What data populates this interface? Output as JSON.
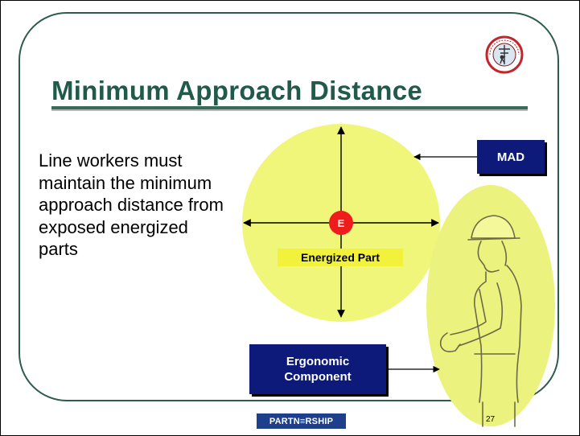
{
  "slide": {
    "title": "Minimum Approach Distance",
    "body_text": "Line workers must maintain the minimum approach distance from exposed energized parts",
    "page_number": "27",
    "footer_logo_text": "PARTN≡RSHIP"
  },
  "logo": {
    "icon": "electrical-partnership-seal-icon",
    "seal_text_top": "ELECTRICAL",
    "seal_text_bottom": "PROVIDING SAFETY TO NEW HEIGHTS"
  },
  "diagram": {
    "energized_marker": "E",
    "energized_label": "Energized Part",
    "mad_label": "MAD",
    "ergonomic_label_line1": "Ergonomic",
    "ergonomic_label_line2": "Component",
    "icons": [
      "lineworker-figure-icon"
    ]
  },
  "colors": {
    "title": "#1f5a4a",
    "frame": "#2e5c4a",
    "circle_fill": "#f0f67a",
    "label_box": "#0d1a7a",
    "energized_marker": "#ee1c1c",
    "energized_label_bg": "#f2f23c",
    "footer_logo_bg": "#1d3f8c"
  }
}
